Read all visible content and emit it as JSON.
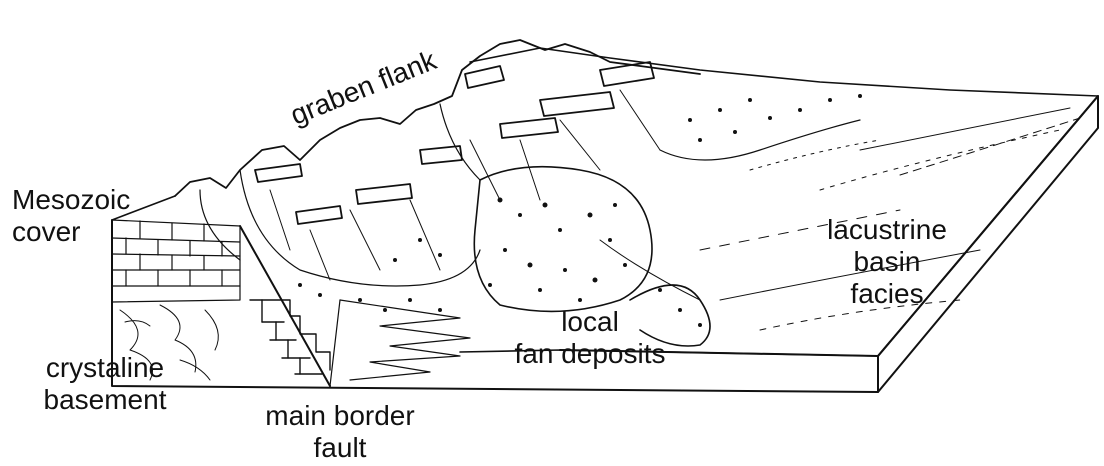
{
  "labels": {
    "graben_flank": "graben flank",
    "mesozoic_cover": [
      "Mesozoic",
      "cover"
    ],
    "lacustrine_basin_facies": [
      "lacustrine",
      "basin",
      "facies"
    ],
    "local_fan_deposits": [
      "local",
      "fan deposits"
    ],
    "crystaline_basement": [
      "crystaline",
      "basement"
    ],
    "main_border_fault": [
      "main border",
      "fault"
    ]
  },
  "colors": {
    "ink": "#111111",
    "paper": "#ffffff"
  }
}
